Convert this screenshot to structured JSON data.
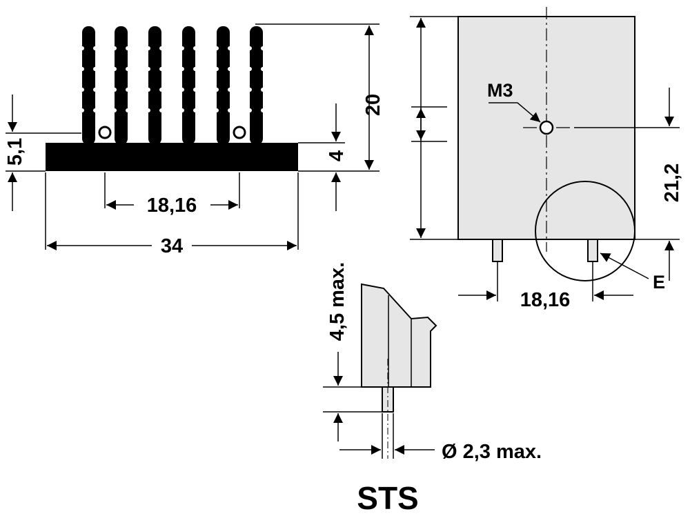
{
  "drawing": {
    "dims": {
      "height_total": "20",
      "base_height": "5,1",
      "base_thickness": "4",
      "inner_spacing": "18,16",
      "width": "34",
      "side_height": "21,2",
      "pin_spacing": "18,16",
      "pin_height_max": "4,5 max.",
      "pin_diameter_max": "Ø 2,3 max."
    },
    "labels": {
      "thread": "M3",
      "detail": "E",
      "model": "STS"
    }
  }
}
